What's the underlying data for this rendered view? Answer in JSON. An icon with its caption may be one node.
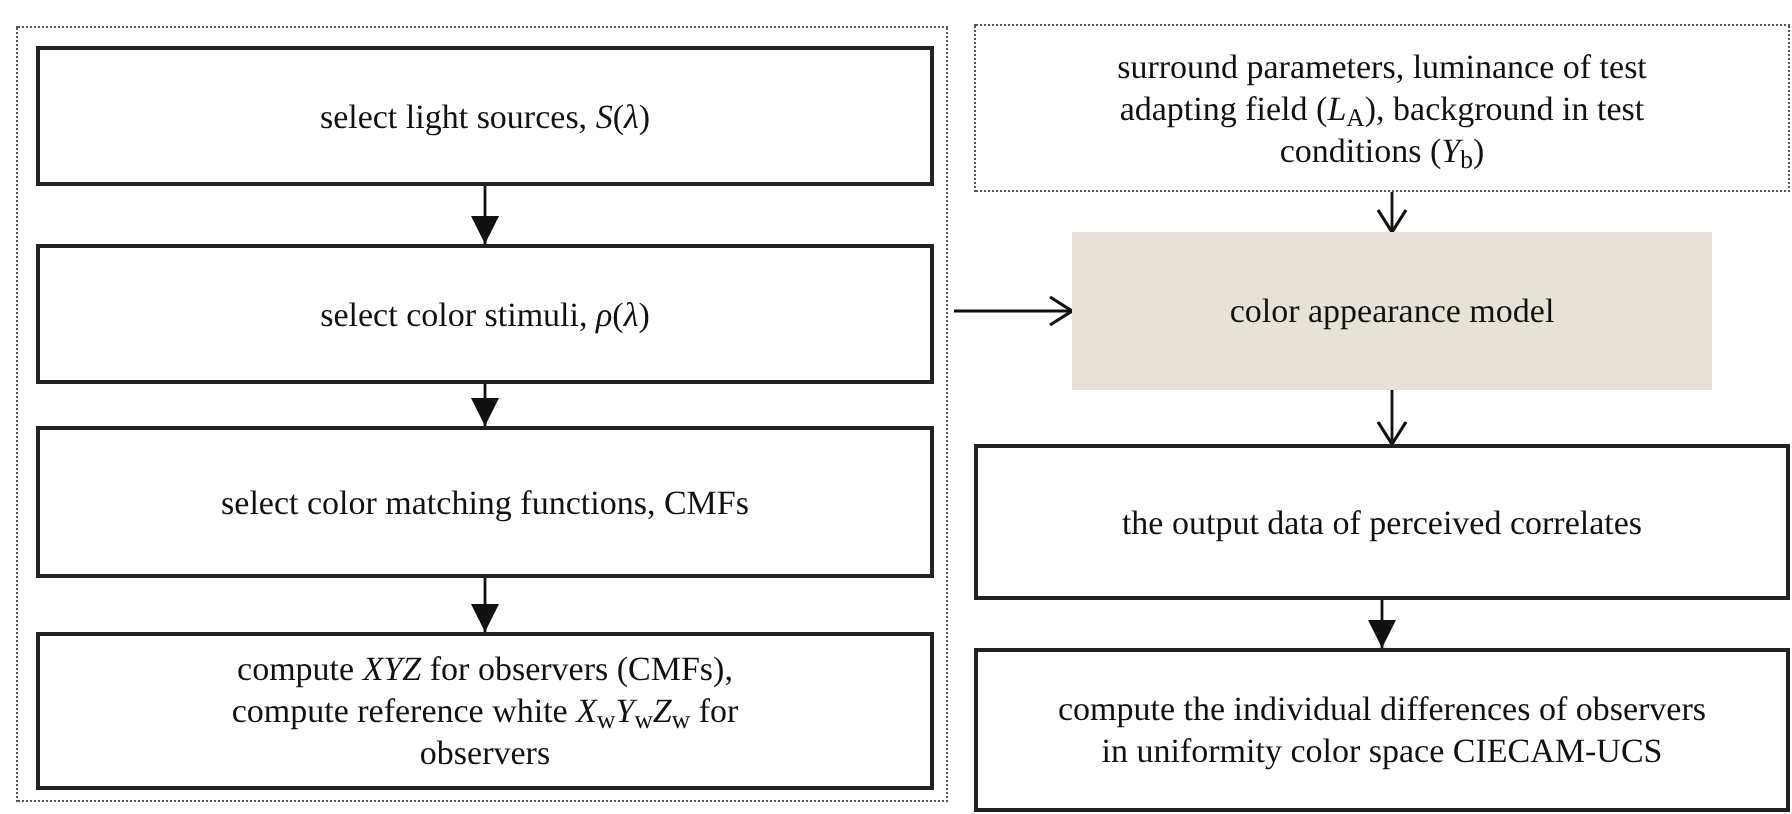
{
  "diagram": {
    "nodes": [
      {
        "text": [],
        "shape": "box"
      },
      {
        "text": [
          "select light sources, *S*(*λ*)"
        ],
        "in": 0
      },
      {
        "text": [
          "select color stimuli, *ρ*(*λ*)"
        ],
        "in": 0
      },
      {
        "text": [
          "select color matching functions, CMFs"
        ],
        "in": 0
      },
      {
        "text": [
          "compute *XYZ* for observers (CMFs), compute reference white *X*$_{w}$*Y*$_{w}$*Z*$_{w}$ for observers"
        ],
        "in": 0
      },
      {
        "text": [
          "surround parameters, luminance of test adapting field (*L*$_{A}$), background in test conditions (*Y*$_{b}$)"
        ]
      },
      {
        "text": [
          "color appearance model"
        ]
      },
      {
        "text": [
          "the output data of perceived correlates"
        ]
      },
      {
        "text": [
          "compute the individual differences of observers in uniformity color space CIECAM-UCS"
        ]
      }
    ],
    "edges": [
      {
        "from": 1,
        "to": 2,
        "arrow": "to"
      },
      {
        "from": 2,
        "to": 3,
        "arrow": "to"
      },
      {
        "from": 3,
        "to": 4,
        "arrow": "to"
      },
      {
        "from": 0,
        "to": 6,
        "arrow": "to"
      },
      {
        "from": 5,
        "to": 6,
        "arrow": "to"
      },
      {
        "from": 6,
        "to": 7,
        "arrow": "to"
      },
      {
        "from": 7,
        "to": 8,
        "arrow": "to"
      }
    ]
  }
}
